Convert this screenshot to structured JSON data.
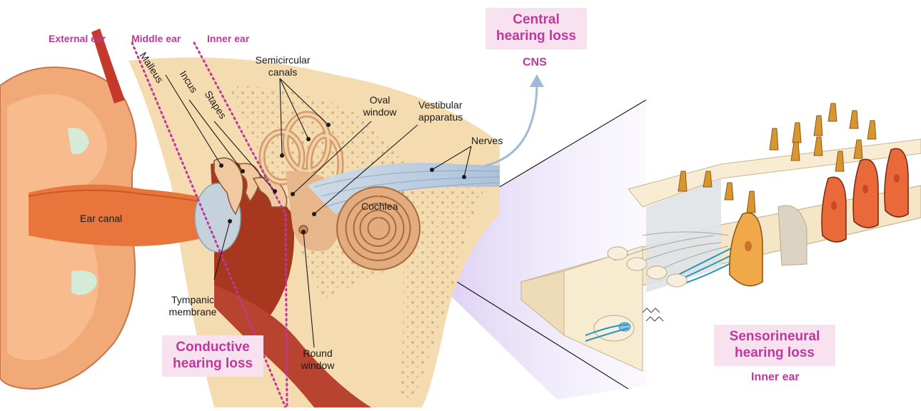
{
  "zones": {
    "external": "External ear",
    "middle": "Middle ear",
    "inner": "Inner ear"
  },
  "ossicles": {
    "malleus": "Malleus",
    "incus": "Incus",
    "stapes": "Stapes"
  },
  "labels": {
    "semicircular": [
      "Semicircular",
      "canals"
    ],
    "oval": [
      "Oval",
      "window"
    ],
    "vestibular": [
      "Vestibular",
      "apparatus"
    ],
    "nerves": "Nerves",
    "cochlea": "Cochlea",
    "ear_canal": "Ear canal",
    "tympanic": [
      "Tympanic",
      "membrane"
    ],
    "round": [
      "Round",
      "window"
    ]
  },
  "callouts": {
    "central": [
      "Central",
      "hearing loss"
    ],
    "central_sub": "CNS",
    "conductive": [
      "Conductive",
      "hearing loss"
    ],
    "sensorineural": [
      "Sensorineural",
      "hearing loss"
    ],
    "sensorineural_sub": "Inner ear"
  },
  "colors": {
    "accent": "#c0389b",
    "callout_bg": "#f9e2f0",
    "skin": "#f2a978",
    "canal": "#e8763c",
    "bone": "#f4dcb0",
    "muscle": "#a8371f",
    "cochlea": "#e7b68a",
    "nerve": "#b9cde0",
    "hair_cell_inner": "#f0a848",
    "hair_cell_outer": "#e9693a",
    "organ_base": "#f7e9cc",
    "magnify": "#d9cdef"
  }
}
